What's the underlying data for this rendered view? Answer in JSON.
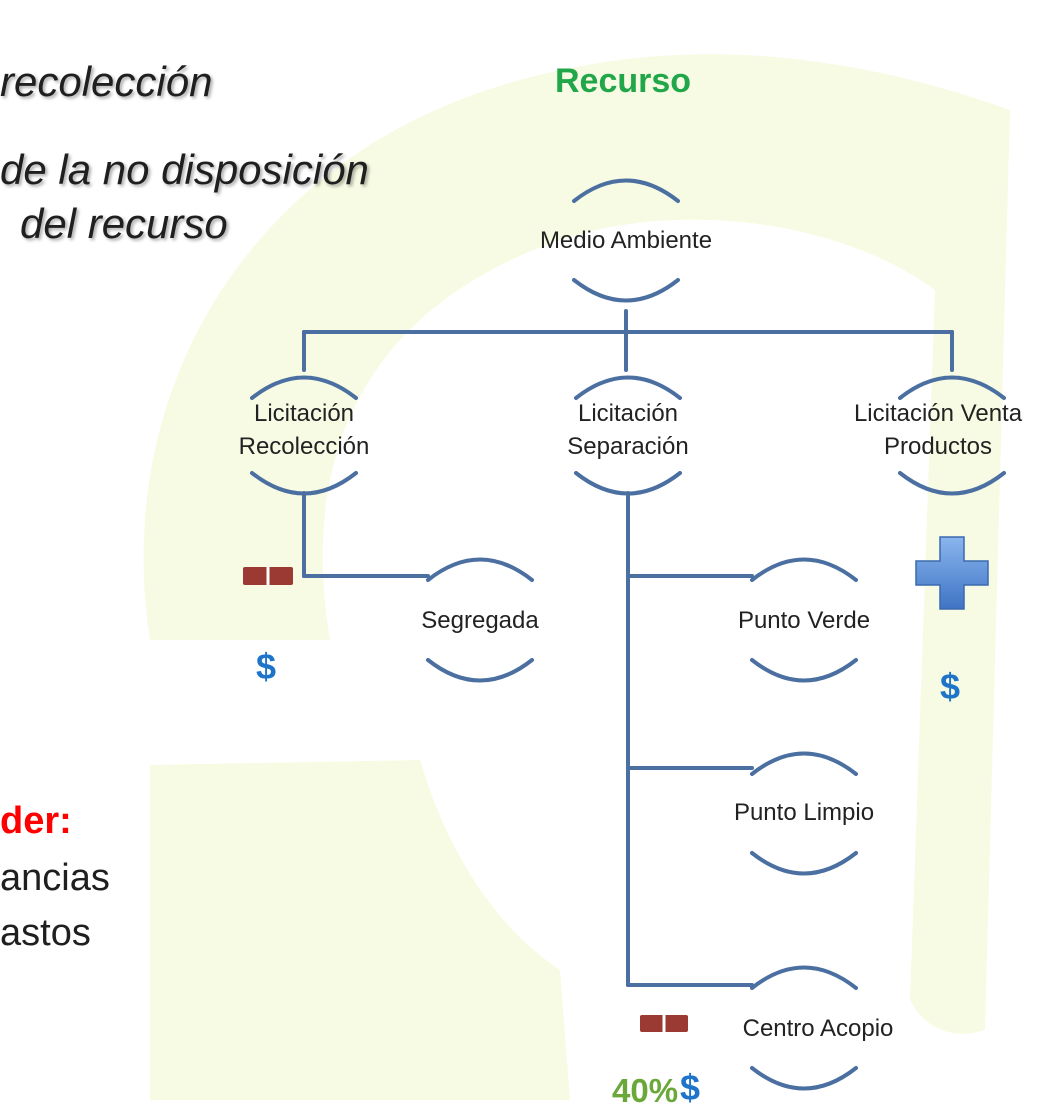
{
  "header": {
    "title_lines": [
      "recolección",
      "de la no disposición",
      "del recurso"
    ],
    "recurso_label": "Recurso"
  },
  "nodes": {
    "root": "Medio Ambiente",
    "licitacion_recoleccion": [
      "Licitación",
      "Recolección"
    ],
    "licitacion_separacion": [
      "Licitación",
      "Separación"
    ],
    "licitacion_venta": [
      "Licitación Venta",
      "Productos"
    ],
    "segregada": "Segregada",
    "punto_verde": "Punto Verde",
    "punto_limpio": "Punto Limpio",
    "centro_acopio": "Centro Acopio"
  },
  "annotations": {
    "dollar": "$",
    "percent": "40%"
  },
  "bottom_left": {
    "heading": "der:",
    "line1": "ancias",
    "line2": "astos"
  },
  "colors": {
    "connector": "#4a6fa0",
    "recurso_green": "#22a64a",
    "heading_red": "#ff0000",
    "dollar_blue": "#1e74c8",
    "percent_green": "#6aa83a",
    "minus_icon": "#9b3a32",
    "plus_icon": "#5b8fd6",
    "background_swirl": "#f7fbe3"
  }
}
